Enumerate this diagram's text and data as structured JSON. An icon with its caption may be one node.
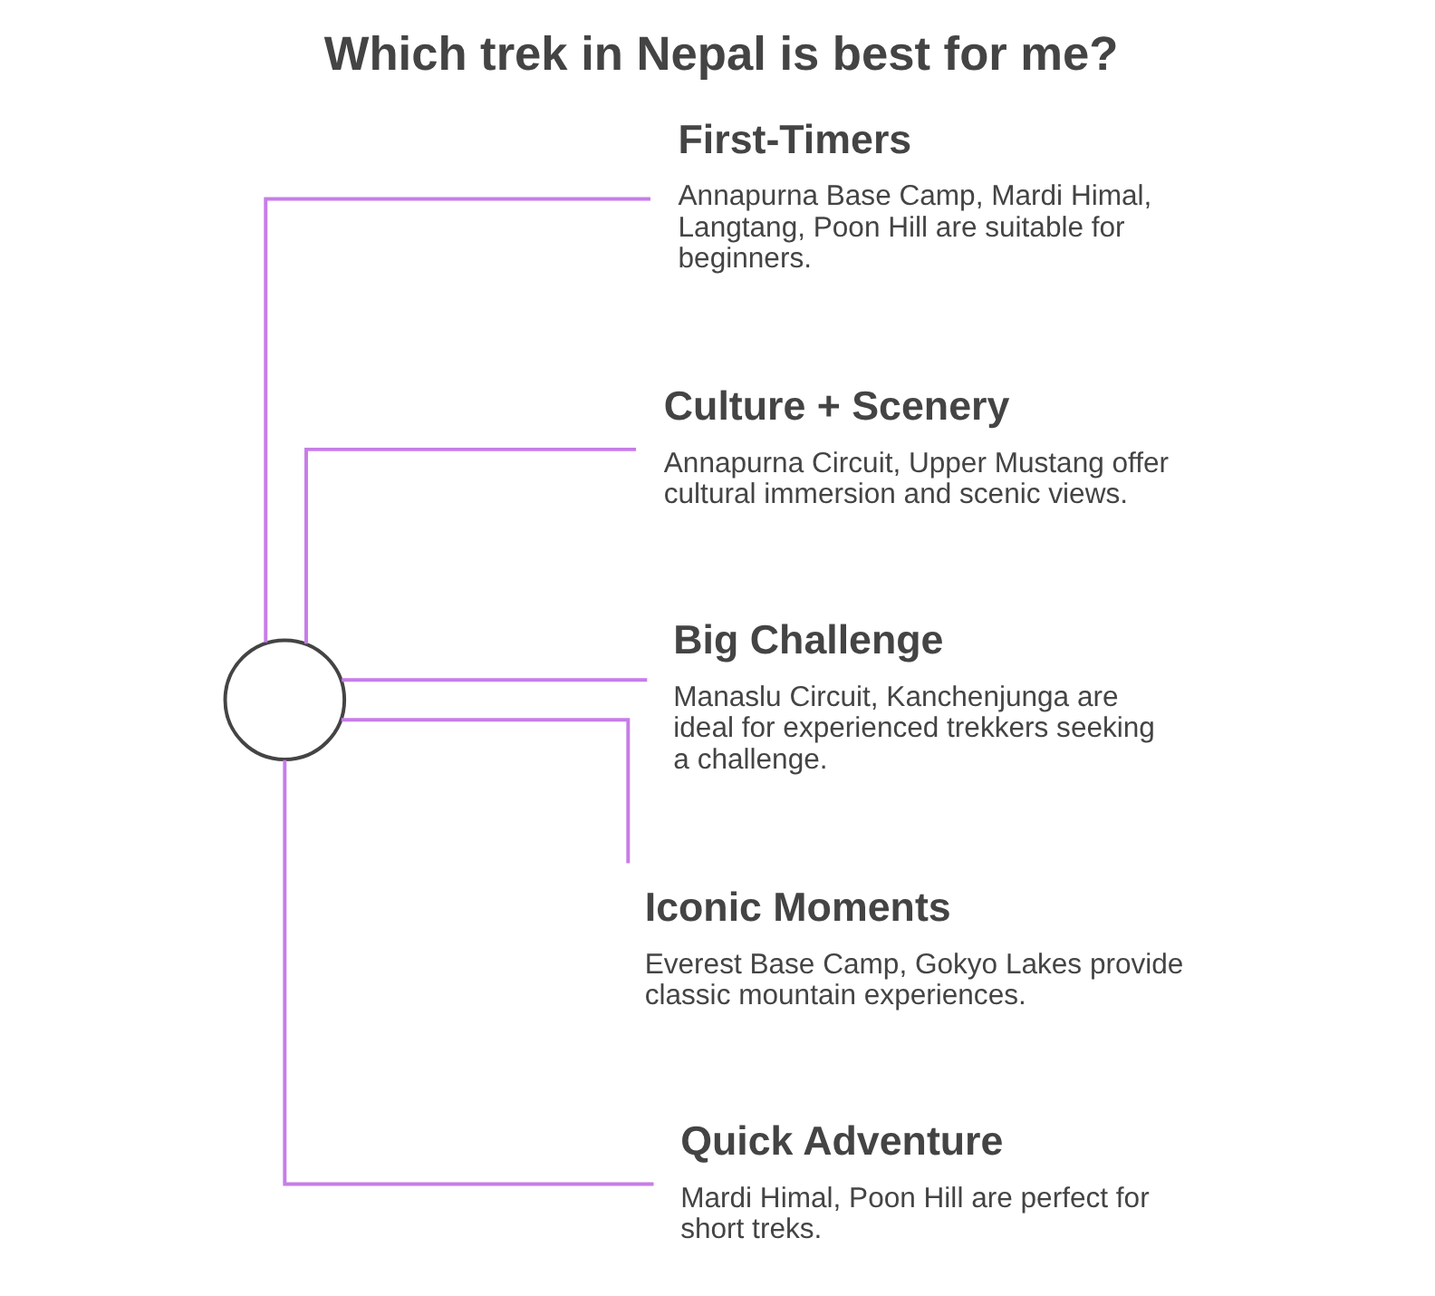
{
  "diagram": {
    "title": "Which trek in Nepal is best for me?",
    "nodes": [
      {
        "text": [],
        "shape": "circle"
      },
      {
        "text": [
          "First-Timers",
          "Annapurna Base Camp, Mardi Himal, Langtang, Poon Hill are suitable for beginners."
        ]
      },
      {
        "text": [
          "Culture + Scenery",
          "Annapurna Circuit, Upper Mustang offer cultural immersion and scenic views."
        ]
      },
      {
        "text": [
          "Big Challenge",
          "Manaslu Circuit, Kanchenjunga are ideal for experienced trekkers seeking a challenge."
        ]
      },
      {
        "text": [
          "Iconic Moments",
          "Everest Base Camp, Gokyo Lakes provide classic mountain experiences."
        ]
      },
      {
        "text": [
          "Quick Adventure",
          "Mardi Himal, Poon Hill are perfect for short treks."
        ]
      }
    ],
    "edges": [
      {
        "from": 0,
        "to": 1,
        "arrow": "none"
      },
      {
        "from": 0,
        "to": 2,
        "arrow": "none"
      },
      {
        "from": 0,
        "to": 3,
        "arrow": "none"
      },
      {
        "from": 0,
        "to": 4,
        "arrow": "none"
      },
      {
        "from": 0,
        "to": 5,
        "arrow": "none"
      }
    ]
  }
}
